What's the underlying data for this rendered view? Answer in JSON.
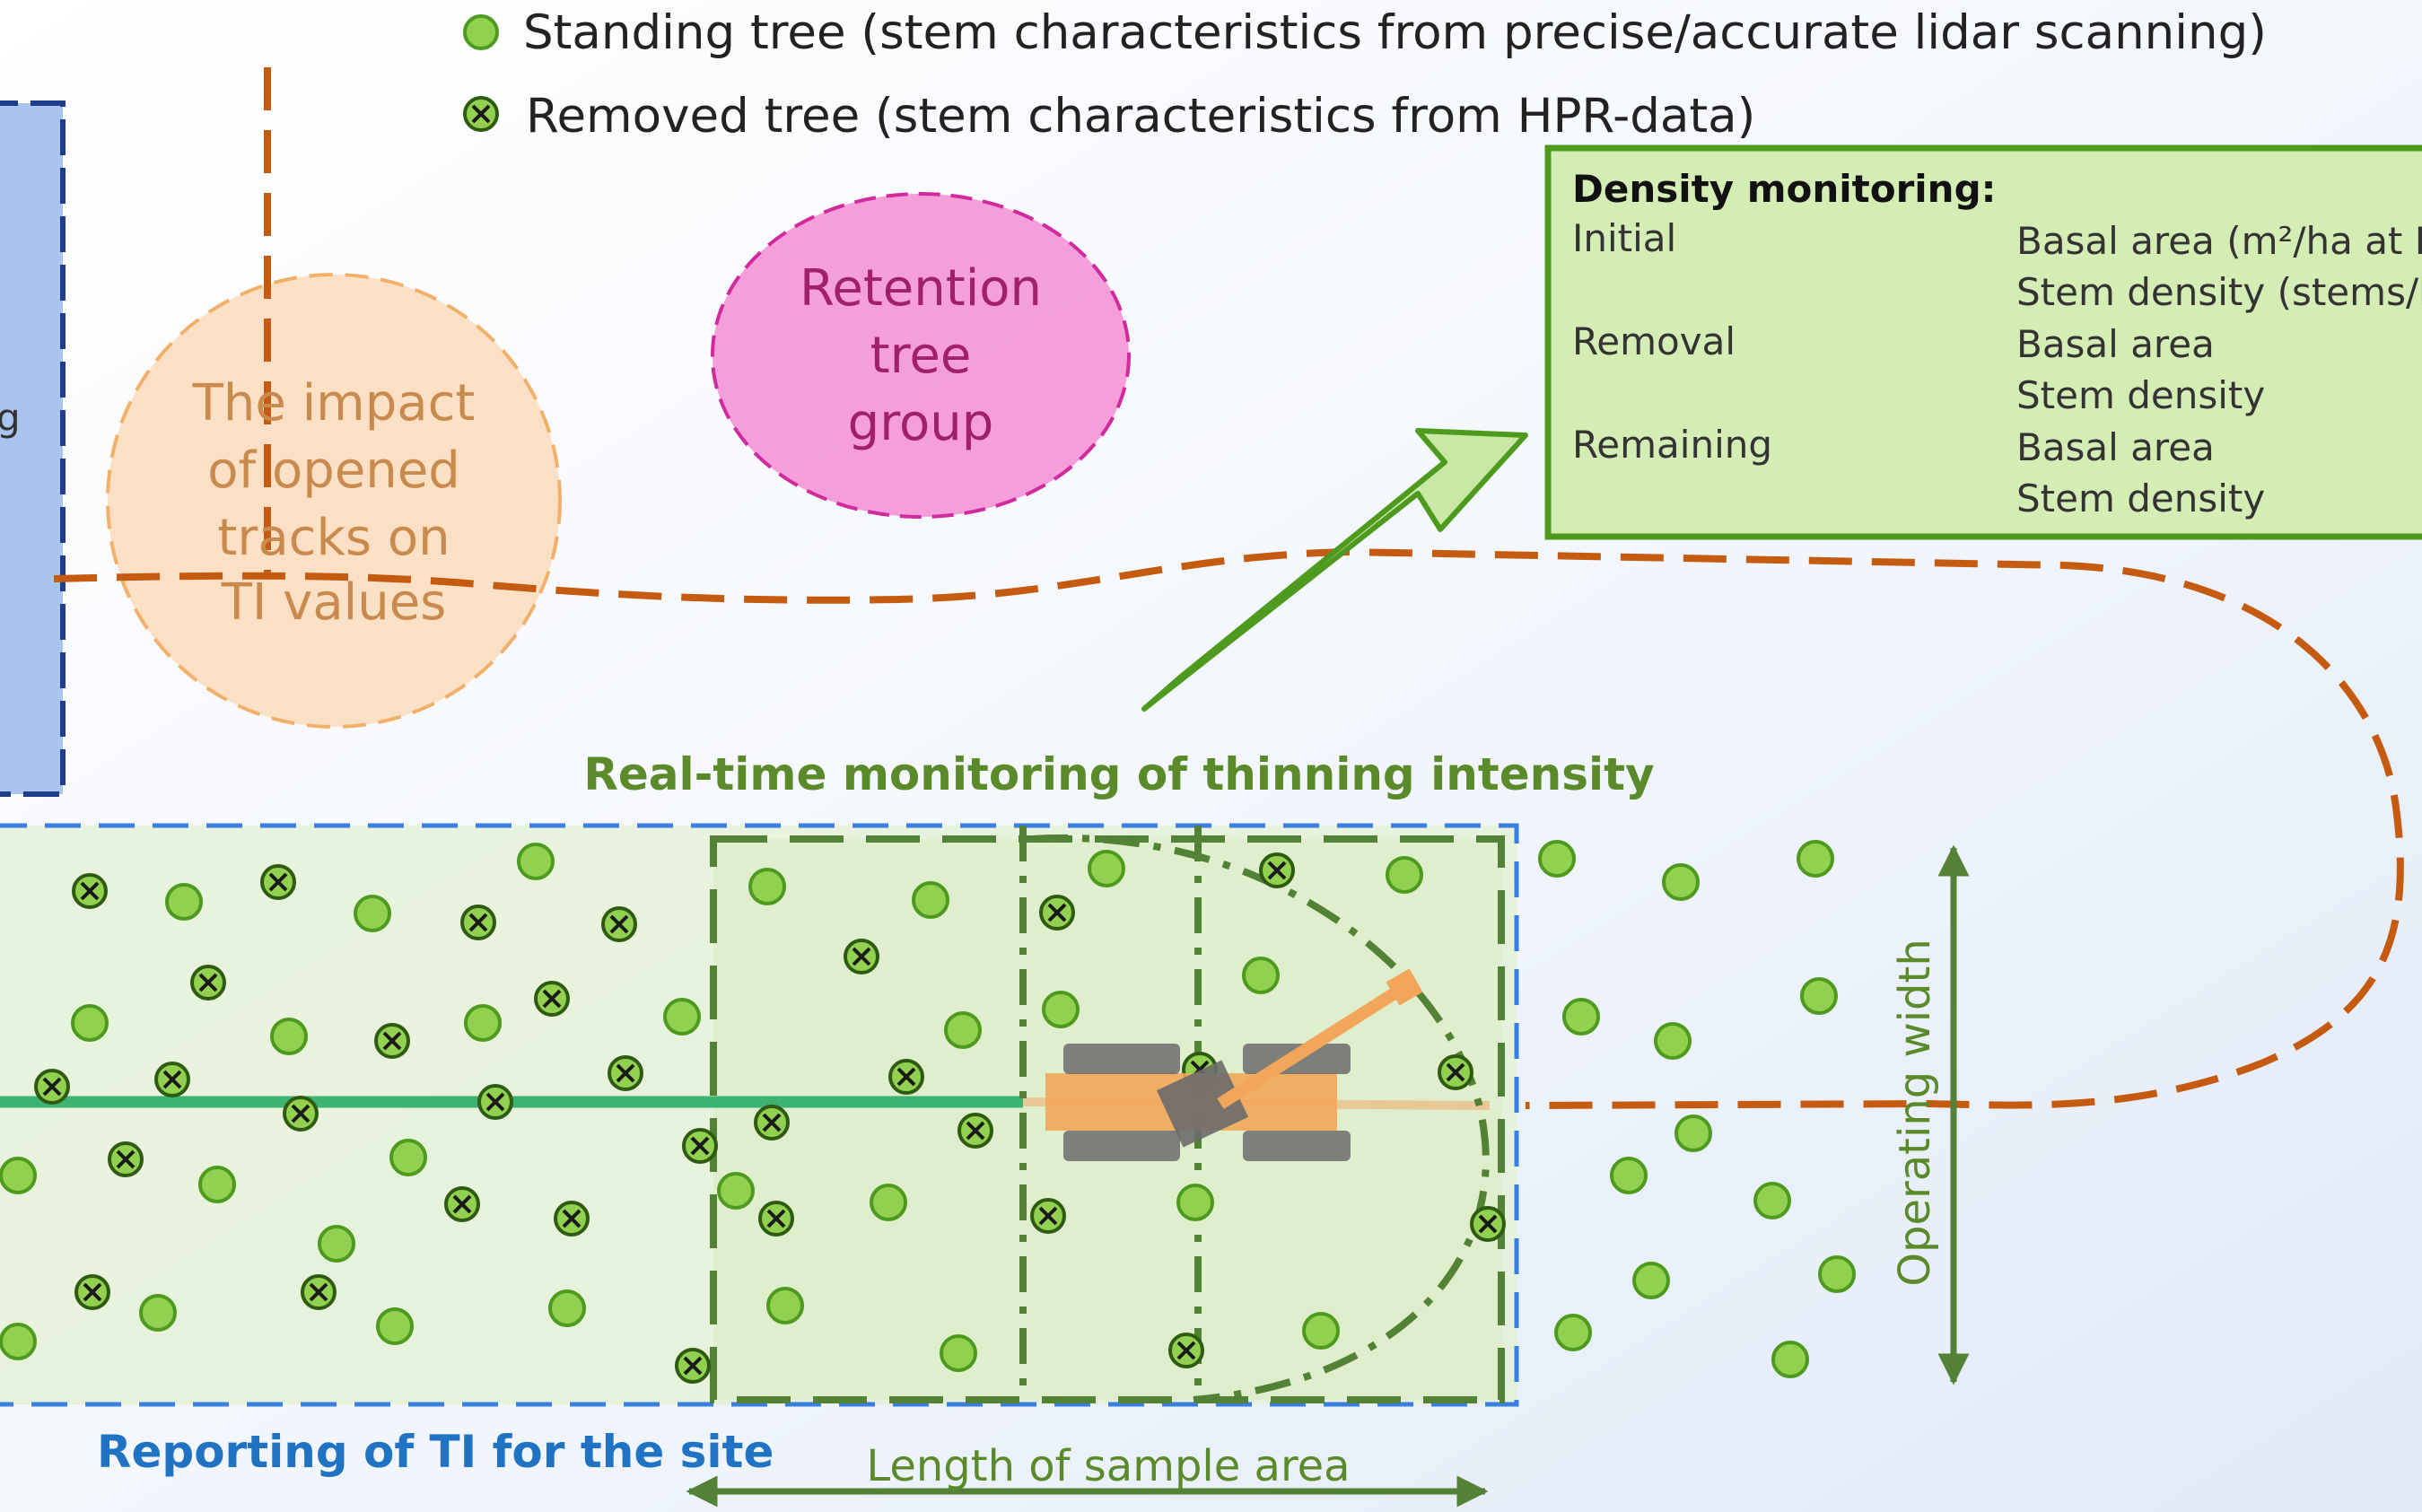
{
  "legend": {
    "standing": "Standing tree (stem characteristics from precise/accurate lidar scanning)",
    "removed": "Removed tree (stem characteristics from HPR-data)"
  },
  "density_box": {
    "title": "Density monitoring:",
    "rows": [
      {
        "label": "Initial",
        "values": [
          "Basal area (m²/ha at D",
          "Stem density (stems/h"
        ]
      },
      {
        "label": "Removal",
        "values": [
          "Basal area",
          "Stem density"
        ]
      },
      {
        "label": "Remaining",
        "values": [
          "Basal area",
          "Stem density"
        ]
      }
    ]
  },
  "retention": [
    "Retention",
    "tree",
    "group"
  ],
  "impact": [
    "The impact",
    "of opened",
    "tracks on",
    "TI values"
  ],
  "left_fragment": "g",
  "labels": {
    "realtime": "Real-time monitoring of thinning intensity",
    "reporting": "Reporting of TI for the site",
    "length": "Length of sample area",
    "operating": "Operating width"
  },
  "colors": {
    "tree_fill": "#92d050",
    "tree_stroke": "#4e9a1e",
    "route": "#c55a11",
    "site_border": "#3a7fe0",
    "sample_border": "#538135",
    "track": "#3cb371",
    "box_fill": "#d4edb5",
    "box_border": "#4e9a1e"
  }
}
